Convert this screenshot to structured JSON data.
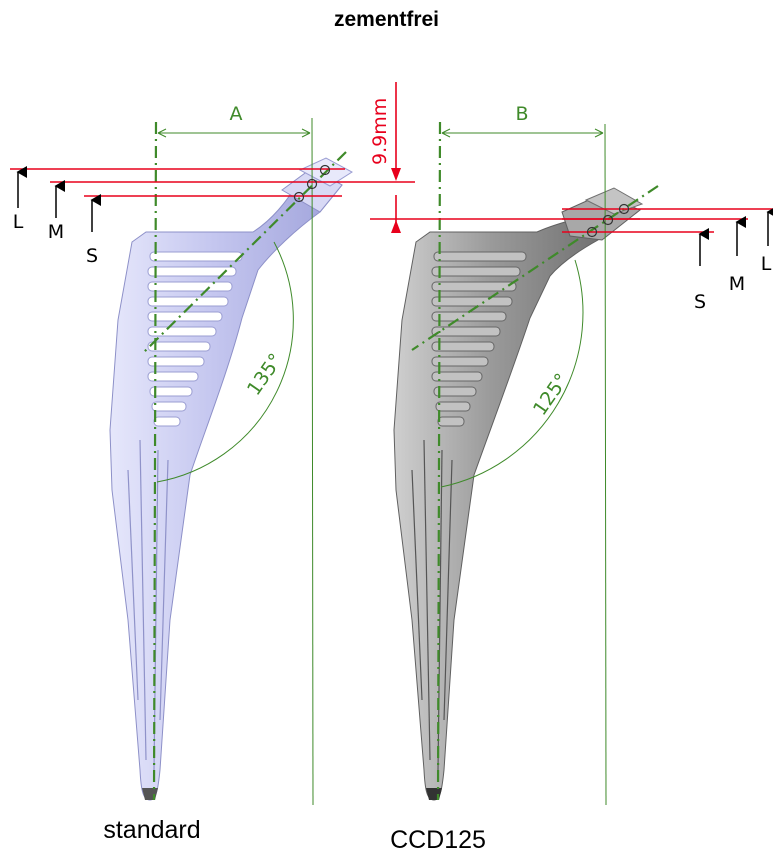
{
  "title": "zementfrei",
  "dimensions": {
    "offset_left": "A",
    "offset_right": "B",
    "height_difference": "9.9mm"
  },
  "angles": {
    "left": "135°",
    "right": "125°"
  },
  "levels_left": [
    "L",
    "M",
    "S"
  ],
  "levels_right": [
    "S",
    "M",
    "L"
  ],
  "captions": {
    "left": "standard",
    "right": "CCD125"
  },
  "colors": {
    "measure_red": "#e8001c",
    "axis_green": "#3f8a2a",
    "stem_left": "#c8caf0",
    "stem_right": "#9c9c9c"
  }
}
